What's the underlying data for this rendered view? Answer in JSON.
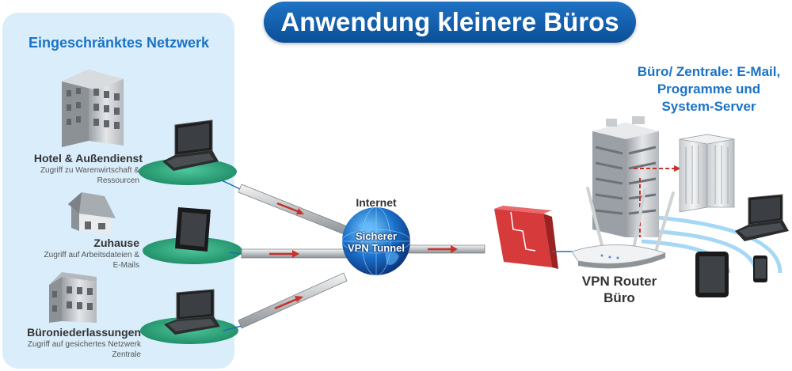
{
  "title": "Anwendung kleinere Büros",
  "restricted_network": {
    "title": "Eingeschränktes Netzwerk",
    "sites": [
      {
        "name": "Hotel & Außendienst",
        "description_lines": [
          "Zugriff zu Warenwirtschaft &",
          "Ressourcen"
        ]
      },
      {
        "name": "Zuhause",
        "description_lines": [
          "Zugriff auf Arbeitsdateien &",
          "E-Mails"
        ]
      },
      {
        "name": "Büroniederlassungen",
        "description_lines": [
          "Zugriff auf gesichertes Netzwerk",
          "Zentrale"
        ]
      }
    ]
  },
  "internet": {
    "label": "Internet",
    "tunnel_lines": [
      "Sicherer",
      "VPN Tunnel"
    ]
  },
  "office": {
    "label_lines": [
      "Büro/ Zentrale: E-Mail,",
      "Programme und",
      "System-Server"
    ]
  },
  "router": {
    "label_lines": [
      "VPN Router",
      "Büro"
    ]
  },
  "colors": {
    "title_bg": "#0b5aa8",
    "panel_bg": "#d9edfb",
    "accent_text": "#1a73c6",
    "pad_green": "#2aa07a",
    "firewall_red": "#d63a3a",
    "arrow_red": "#c8322a"
  },
  "icons": [
    "office-building-icon",
    "house-icon",
    "branch-building-icon",
    "laptop-icon",
    "tablet-icon",
    "globe-icon",
    "firewall-icon",
    "server-icon",
    "router-icon",
    "smartphone-icon"
  ]
}
